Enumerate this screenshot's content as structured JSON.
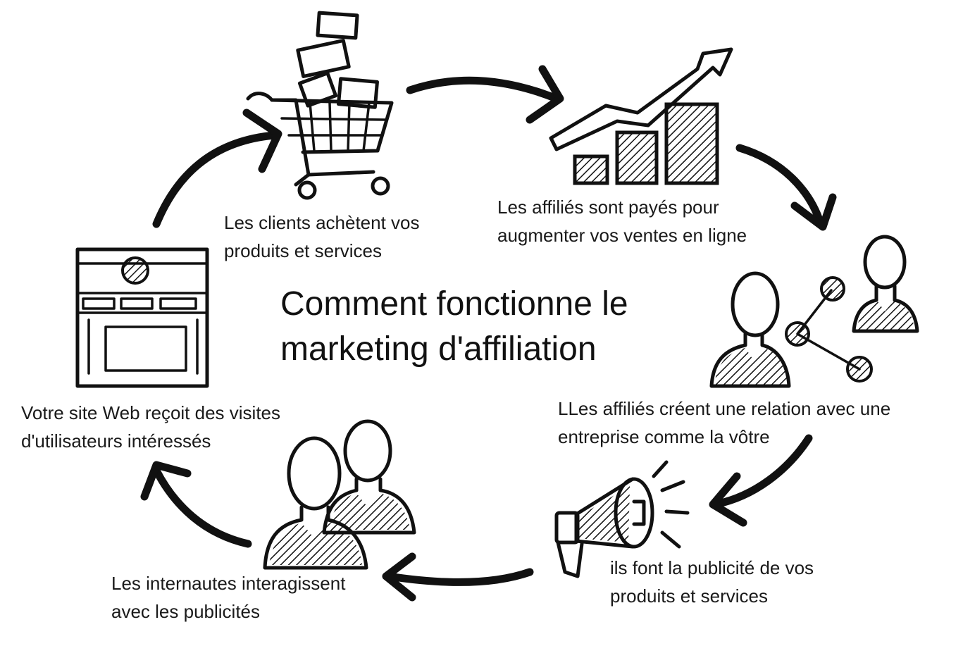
{
  "title": [
    "Comment fonctionne le",
    "marketing d'affiliation"
  ],
  "steps": [
    {
      "id": "purchase",
      "icon": "shopping-cart-icon",
      "lines": [
        "Les clients achètent vos",
        "produits et services"
      ]
    },
    {
      "id": "sales",
      "icon": "growth-chart-icon",
      "lines": [
        "Les affiliés sont payés pour",
        "augmenter vos ventes en ligne"
      ]
    },
    {
      "id": "relation",
      "icon": "network-people-icon",
      "lines": [
        "LLes affiliés créent une relation avec une",
        "entreprise comme la vôtre"
      ]
    },
    {
      "id": "advertise",
      "icon": "megaphone-icon",
      "lines": [
        "ils font la publicité de vos",
        "produits et services"
      ]
    },
    {
      "id": "interact",
      "icon": "users-icon",
      "lines": [
        "Les internautes interagissent",
        "avec les publicités"
      ]
    },
    {
      "id": "website",
      "icon": "website-icon",
      "lines": [
        "Votre site Web reçoit des visites",
        "d'utilisateurs intéressés"
      ]
    }
  ],
  "colors": {
    "ink": "#111111",
    "background": "#ffffff"
  }
}
